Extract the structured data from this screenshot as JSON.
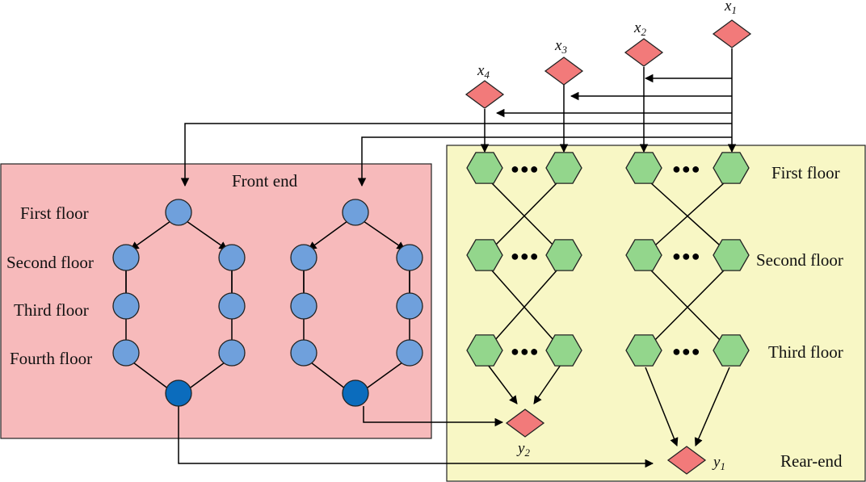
{
  "front_panel": {
    "title": "Front end",
    "fill_color": "#f7babb",
    "floor_labels": [
      "First floor",
      "Second floor",
      "Third floor",
      "Fourth floor"
    ]
  },
  "rear_panel": {
    "title": "Rear-end",
    "fill_color": "#f8f7c5",
    "floor_labels": [
      "First floor",
      "Second floor",
      "Third floor"
    ]
  },
  "inputs": [
    {
      "name": "x",
      "sub": "1"
    },
    {
      "name": "x",
      "sub": "2"
    },
    {
      "name": "x",
      "sub": "3"
    },
    {
      "name": "x",
      "sub": "4"
    }
  ],
  "outputs": [
    {
      "name": "y",
      "sub": "2"
    },
    {
      "name": "y",
      "sub": "1"
    }
  ],
  "colors": {
    "diamond": "#f27a7a",
    "hexagon": "#93d68c",
    "circle_light": "#6fa0dc",
    "circle_dark": "#0b6cbd"
  }
}
